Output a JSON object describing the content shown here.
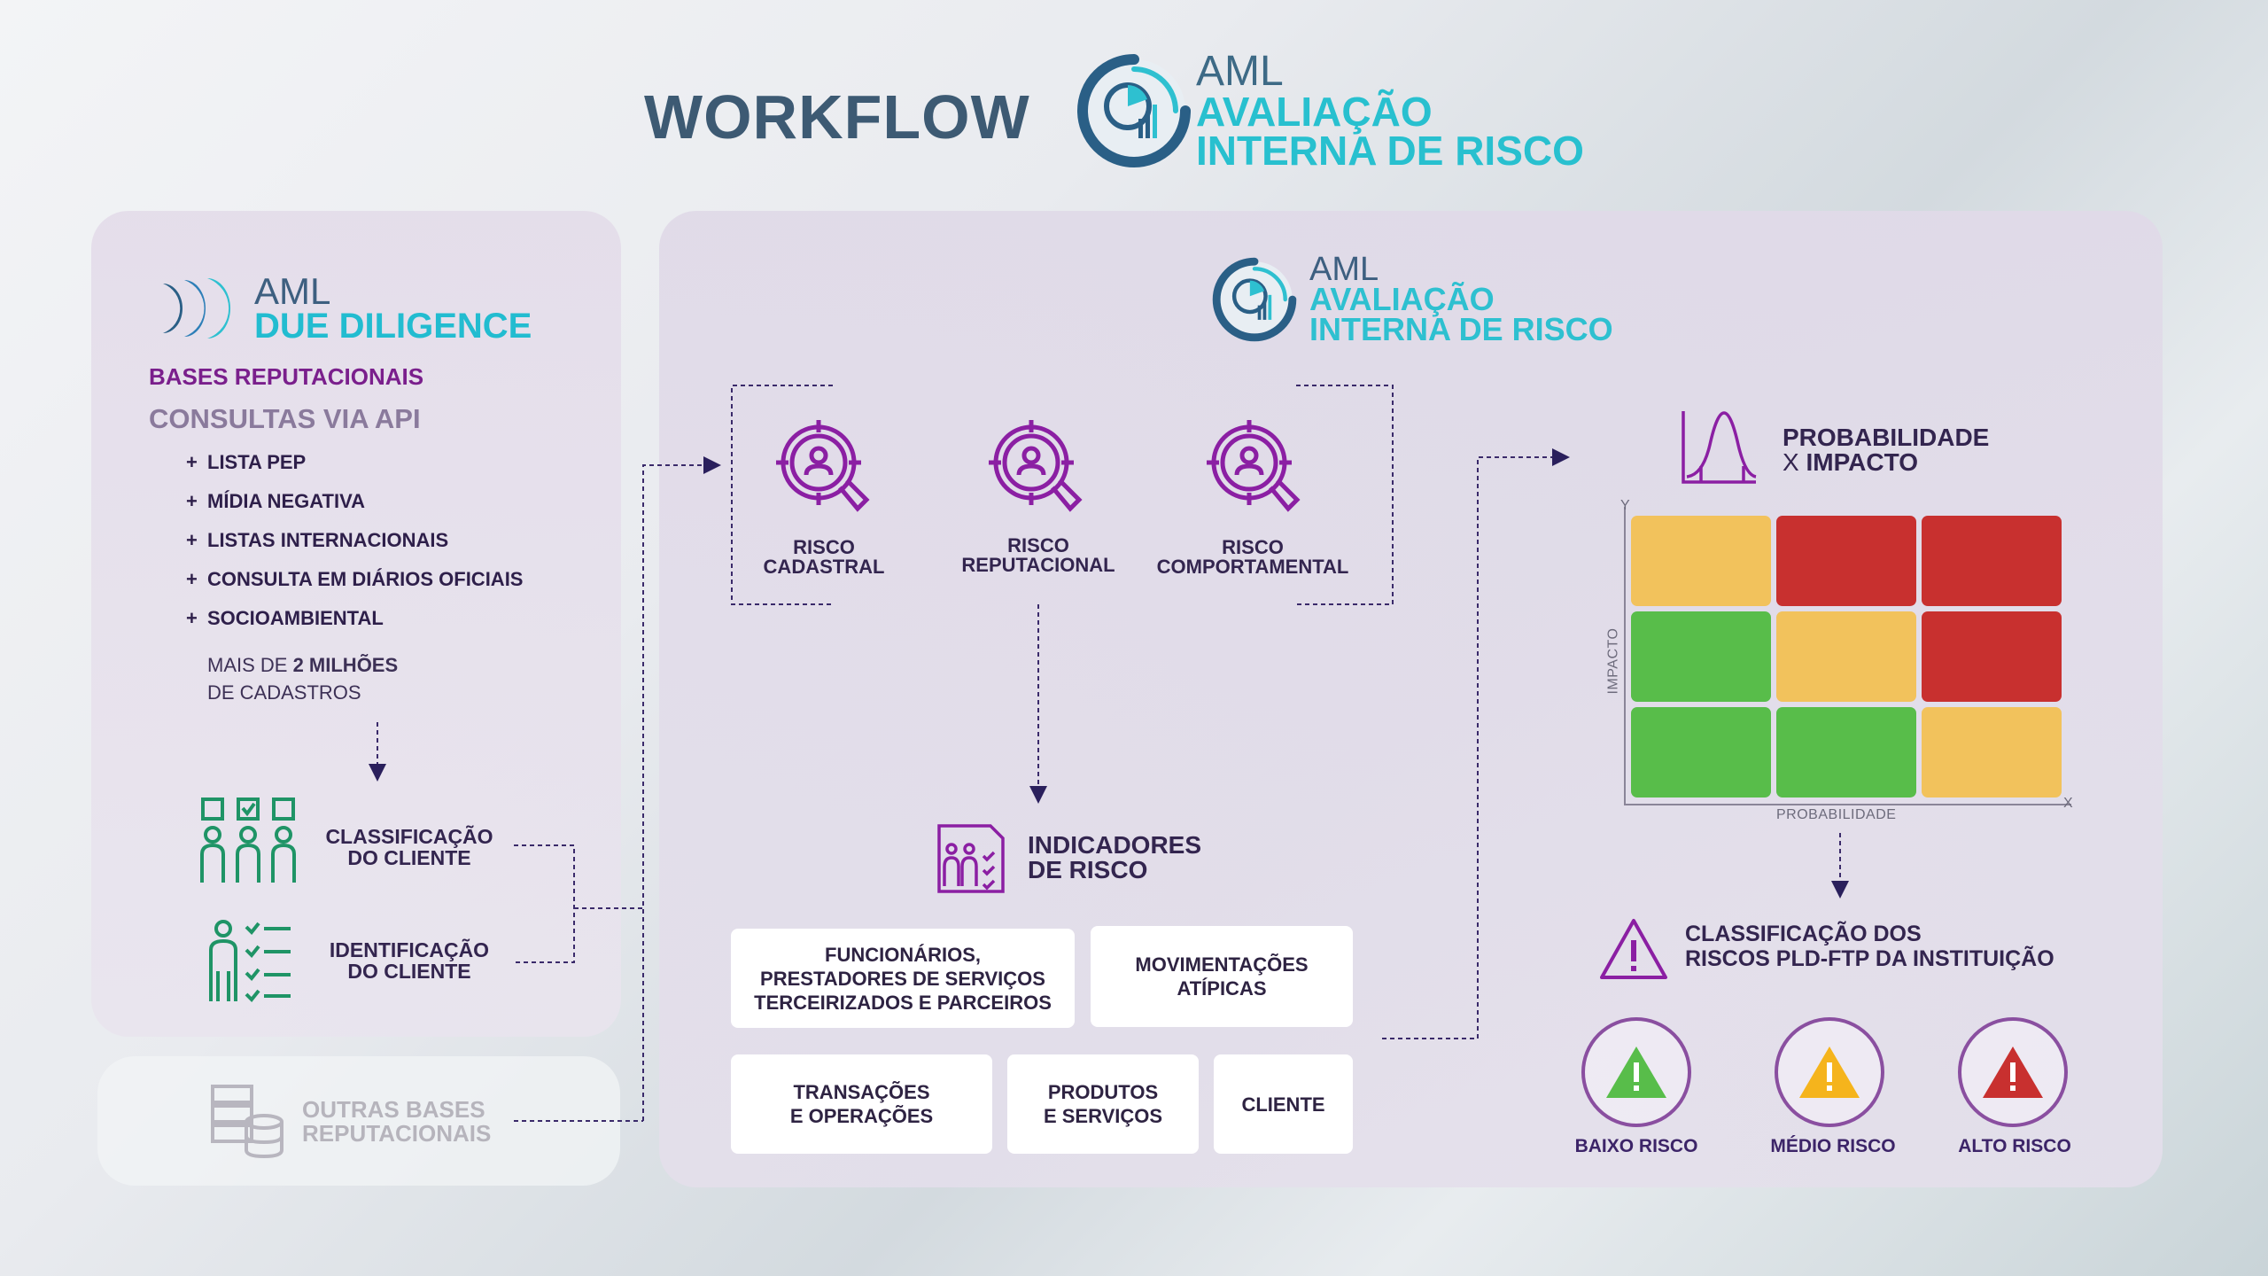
{
  "header": {
    "title": "WORKFLOW",
    "brand_aml": "AML",
    "brand_line2": "AVALIAÇÃO",
    "brand_line3": "INTERNA DE RISCO"
  },
  "left": {
    "brand_aml": "AML",
    "brand_name": "DUE DILIGENCE",
    "bases_title": "BASES REPUTACIONAIS",
    "consultas_title": "CONSULTAS VIA API",
    "items": [
      "LISTA PEP",
      "MÍDIA NEGATIVA",
      "LISTAS INTERNACIONAIS",
      "CONSULTA EM DIÁRIOS OFICIAIS",
      "SOCIOAMBIENTAL"
    ],
    "mais_de": "MAIS DE ",
    "milhoes": "2 MILHÕES",
    "cadastros": "DE CADASTROS",
    "classificacao_l1": "CLASSIFICAÇÃO",
    "classificacao_l2": "DO CLIENTE",
    "identificacao_l1": "IDENTIFICAÇÃO",
    "identificacao_l2": "DO CLIENTE",
    "outras_l1": "OUTRAS BASES",
    "outras_l2": "REPUTACIONAIS"
  },
  "main": {
    "brand_aml": "AML",
    "brand_line2": "AVALIAÇÃO",
    "brand_line3": "INTERNA DE RISCO",
    "risks": [
      {
        "l1": "RISCO",
        "l2": "CADASTRAL"
      },
      {
        "l1": "RISCO",
        "l2": "REPUTACIONAL"
      },
      {
        "l1": "RISCO",
        "l2": "COMPORTAMENTAL"
      }
    ],
    "indicadores_l1": "INDICADORES",
    "indicadores_l2": "DE RISCO",
    "boxes": [
      {
        "l1": "FUNCIONÁRIOS,",
        "l2": "PRESTADORES DE SERVIÇOS",
        "l3": "TERCEIRIZADOS E PARCEIROS"
      },
      {
        "l1": "MOVIMENTAÇÕES",
        "l2": "ATÍPICAS"
      },
      {
        "l1": "TRANSAÇÕES",
        "l2": "E OPERAÇÕES"
      },
      {
        "l1": "PRODUTOS",
        "l2": "E SERVIÇOS"
      },
      {
        "l1": "CLIENTE"
      }
    ],
    "prob_l1": "PROBABILIDADE",
    "prob_x": "X ",
    "prob_l2": "IMPACTO",
    "axis_y": "Y",
    "axis_x": "X",
    "axis_impacto": "IMPACTO",
    "axis_probabilidade": "PROBABILIDADE",
    "matrix": [
      [
        "#f2c25c",
        "#c8302f",
        "#c8302f"
      ],
      [
        "#58bd4a",
        "#f2c25c",
        "#c8302f"
      ],
      [
        "#58bd4a",
        "#58bd4a",
        "#f2c25c"
      ]
    ],
    "classificacao_l1": "CLASSIFICAÇÃO DOS",
    "classificacao_l2": "RISCOS PLD-FTP DA INSTITUIÇÃO",
    "levels": [
      {
        "label": "BAIXO RISCO",
        "color": "#58bd4a"
      },
      {
        "label": "MÉDIO RISCO",
        "color": "#f5b41c"
      },
      {
        "label": "ALTO RISCO",
        "color": "#c8302f"
      }
    ]
  },
  "colors": {
    "purple": "#8b1fa3",
    "navy": "#33254f",
    "teal": "#28c0cf",
    "green_icon": "#1f9466",
    "dash": "#3a2a6a"
  }
}
